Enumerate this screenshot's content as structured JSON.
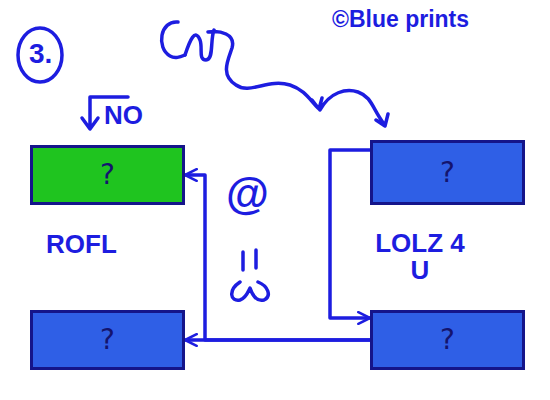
{
  "diagram": {
    "nodes": [
      {
        "text": [
          "?",
          "ROFL"
        ]
      },
      {
        "text": [
          "?",
          "LOLZ 4 U"
        ]
      },
      {
        "text": [
          "?"
        ]
      },
      {
        "text": [
          "?"
        ]
      }
    ],
    "edges": [
      {
        "from": 1,
        "to": 3,
        "arrow": "to"
      },
      {
        "from": 3,
        "to": 2,
        "arrow": "to"
      },
      {
        "from": 3,
        "to": 0,
        "arrow": "to"
      }
    ],
    "labels": [
      "3.",
      "NO",
      "©Blue prints",
      "@"
    ]
  }
}
